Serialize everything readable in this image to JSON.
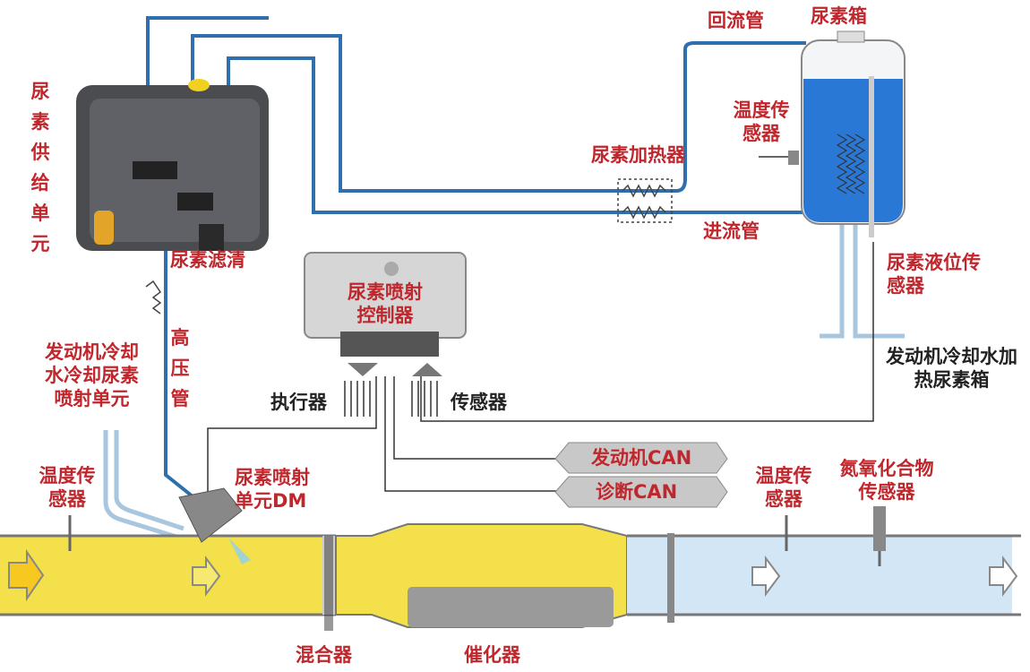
{
  "labels": {
    "supply_unit": "尿素供给单元",
    "return_pipe": "回流管",
    "urea_tank": "尿素箱",
    "tank_temp_sensor": "温度传感器",
    "urea_heater": "尿素加热器",
    "inlet_pipe": "进流管",
    "urea_filter": "尿素滤清",
    "controller": "尿素喷射控制器",
    "level_sensor": "尿素液位传感器",
    "high_pressure_pipe": "高压管",
    "coolant_injector": "发动机冷却水冷却尿素喷射单元",
    "actuator": "执行器",
    "sensor": "传感器",
    "coolant_tank": "发动机冷却水加热尿素箱",
    "engine_can": "发动机CAN",
    "diag_can": "诊断CAN",
    "upstream_temp_sensor": "温度传感器",
    "injector_dm": "尿素喷射单元DM",
    "downstream_temp_sensor": "温度传感器",
    "nox_sensor": "氮氧化合物传感器",
    "mixer": "混合器",
    "catalyst": "催化器"
  },
  "colors": {
    "label": "#c0272d",
    "urea_pipe": "#2f6fae",
    "coolant_pipe": "#a9c6df",
    "exhaust_hot": "#f3e04a",
    "exhaust_clean": "#d3e6f5",
    "urea_fluid": "#2a78d6"
  }
}
